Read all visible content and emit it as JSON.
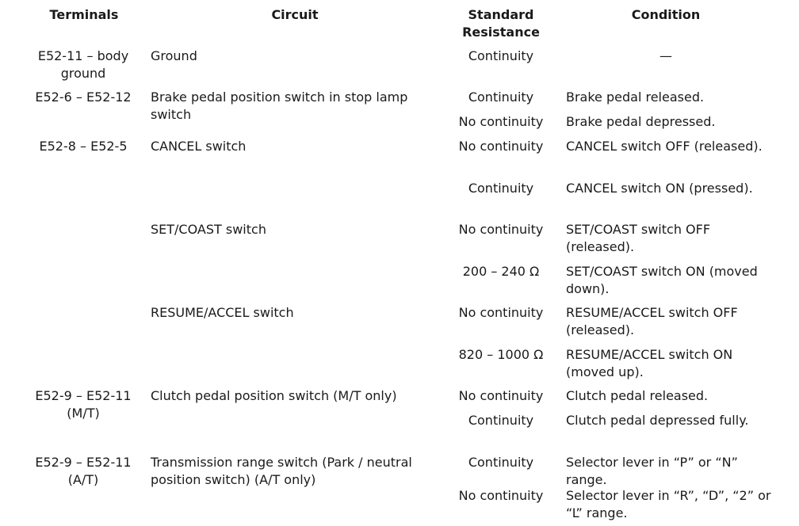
{
  "headers": {
    "terminals": "Terminals",
    "circuit": "Circuit",
    "resistance_line1": "Standard",
    "resistance_line2": "Resistance",
    "condition": "Condition"
  },
  "rows": [
    {
      "terminals": "E52-11 – body ground",
      "circuit": "Ground",
      "resistance": "Continuity",
      "condition": "—"
    },
    {
      "terminals": "E52-6 – E52-12",
      "circuit": "Brake pedal position switch in stop lamp switch",
      "resistance": "Continuity",
      "condition": "Brake pedal released."
    },
    {
      "terminals": "",
      "circuit": "",
      "resistance": "No continuity",
      "condition": "Brake pedal depressed."
    },
    {
      "terminals": "E52-8 – E52-5",
      "circuit": "CANCEL switch",
      "resistance": "No continuity",
      "condition": "CANCEL switch OFF (released)."
    },
    {
      "terminals": "",
      "circuit": "",
      "resistance": "Continuity",
      "condition": "CANCEL switch ON (pressed)."
    },
    {
      "terminals": "",
      "circuit": "SET/COAST switch",
      "resistance": "No continuity",
      "condition": "SET/COAST switch OFF (released)."
    },
    {
      "terminals": "",
      "circuit": "",
      "resistance": "200 – 240 Ω",
      "condition": "SET/COAST switch ON (moved down)."
    },
    {
      "terminals": "",
      "circuit": "RESUME/ACCEL switch",
      "resistance": "No continuity",
      "condition": "RESUME/ACCEL switch OFF (released)."
    },
    {
      "terminals": "",
      "circuit": "",
      "resistance": "820 – 1000 Ω",
      "condition": "RESUME/ACCEL switch ON (moved up)."
    },
    {
      "terminals": "E52-9 – E52-11 (M/T)",
      "circuit": "Clutch pedal position switch (M/T only)",
      "resistance": "No continuity",
      "condition": "Clutch pedal released."
    },
    {
      "terminals": "",
      "circuit": "",
      "resistance": "Continuity",
      "condition": "Clutch pedal depressed fully."
    },
    {
      "terminals": "E52-9 – E52-11 (A/T)",
      "circuit": "Transmission range switch (Park / neutral position switch) (A/T only)",
      "resistance": "Continuity",
      "condition": "Selector lever in “P” or “N” range."
    },
    {
      "terminals": "",
      "circuit": "",
      "resistance": "No continuity",
      "condition": "Selector lever in “R”, “D”, “2” or “L” range."
    }
  ]
}
